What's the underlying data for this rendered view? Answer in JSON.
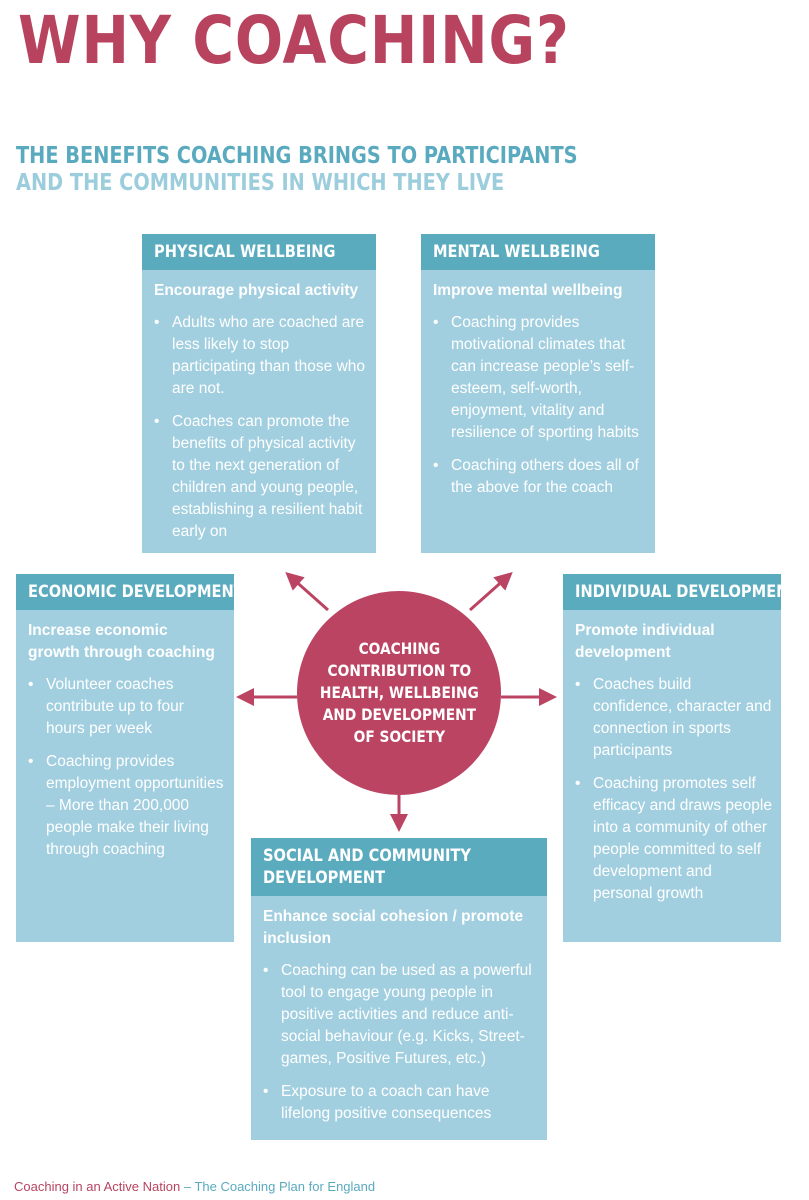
{
  "title": "WHY COACHING?",
  "subtitle": {
    "line1": "THE BENEFITS COACHING BRINGS TO PARTICIPANTS",
    "line2": "AND THE COMMUNITIES IN WHICH THEY LIVE"
  },
  "center": "COACHING\nCONTRIBUTION TO\nHEALTH, WELLBEING\nAND DEVELOPMENT\nOF SOCIETY",
  "physical": {
    "heading": "PHYSICAL WELLBEING",
    "subheading": "Encourage physical activity",
    "bullets": [
      "Adults who are coached are less likely to stop participating than those who are not.",
      "Coaches can promote the benefits of physical activity to the next generation of children and young people, establishing a resilient habit early on"
    ]
  },
  "mental": {
    "heading": "MENTAL WELLBEING",
    "subheading": "Improve mental wellbeing",
    "bullets": [
      "Coaching provides motivational climates that can increase people’s self-esteem, self-worth, enjoyment, vitality and resilience of sporting habits",
      "Coaching others does all of the above for the coach"
    ]
  },
  "economic": {
    "heading": "ECONOMIC DEVELOPMENT",
    "subheading": "Increase economic growth through coaching",
    "bullets": [
      "Volunteer coaches contribute up to four hours per week",
      "Coaching provides employment opportunities – More than 200,000 people make their living through coaching"
    ]
  },
  "individual": {
    "heading": "INDIVIDUAL DEVELOPMENT",
    "subheading": "Promote individual development",
    "bullets": [
      "Coaches build confidence, character and connection in sports participants",
      "Coaching promotes self efficacy and draws people into a community of other people committed to self development and personal growth"
    ]
  },
  "social": {
    "heading": "SOCIAL AND COMMUNITY DEVELOPMENT",
    "subheading": "Enhance social cohesion / promote inclusion",
    "bullets": [
      "Coaching can be used as a powerful tool to engage young people in positive activities and reduce anti-social behaviour (e.g. Kicks, Street-games, Positive Futures, etc.)",
      "Exposure to a coach can have lifelong positive consequences"
    ]
  },
  "footer": {
    "part1": "Coaching in an Active Nation",
    "part2": " – The Coaching Plan for England"
  },
  "colors": {
    "accent": "#b8435f",
    "teal": "#5babbf",
    "light_teal": "#a2cfdf"
  }
}
